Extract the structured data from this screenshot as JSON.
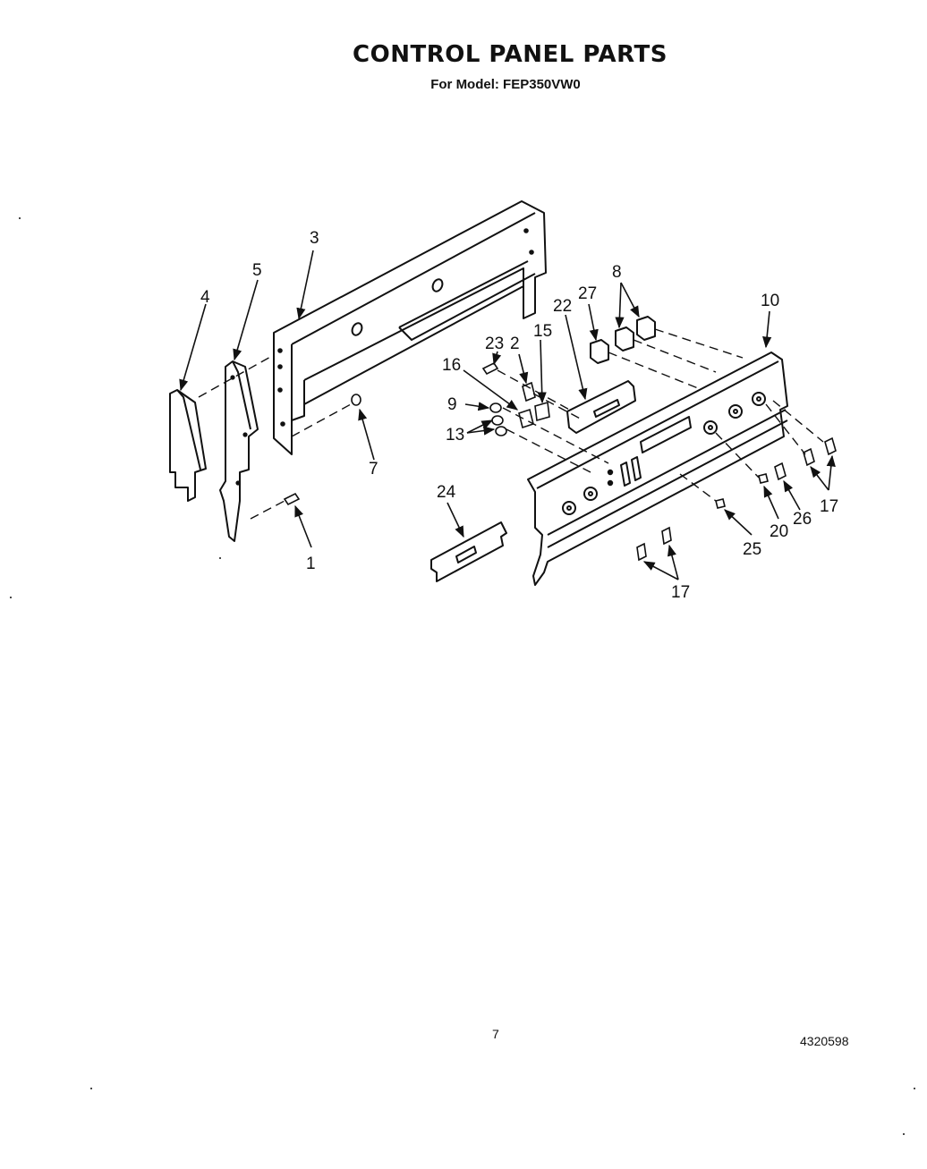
{
  "header": {
    "title": "CONTROL PANEL PARTS",
    "subtitle": "For Model: FEP350VW0"
  },
  "callouts": [
    {
      "id": "c1",
      "label": "1"
    },
    {
      "id": "c2",
      "label": "2"
    },
    {
      "id": "c3",
      "label": "3"
    },
    {
      "id": "c4",
      "label": "4"
    },
    {
      "id": "c5",
      "label": "5"
    },
    {
      "id": "c7",
      "label": "7"
    },
    {
      "id": "c8",
      "label": "8"
    },
    {
      "id": "c9",
      "label": "9"
    },
    {
      "id": "c10",
      "label": "10"
    },
    {
      "id": "c13",
      "label": "13"
    },
    {
      "id": "c15",
      "label": "15"
    },
    {
      "id": "c16",
      "label": "16"
    },
    {
      "id": "c17a",
      "label": "17"
    },
    {
      "id": "c17b",
      "label": "17"
    },
    {
      "id": "c20",
      "label": "20"
    },
    {
      "id": "c22",
      "label": "22"
    },
    {
      "id": "c23",
      "label": "23"
    },
    {
      "id": "c24",
      "label": "24"
    },
    {
      "id": "c25",
      "label": "25"
    },
    {
      "id": "c26",
      "label": "26"
    },
    {
      "id": "c27",
      "label": "27"
    }
  ],
  "footer": {
    "page_number": "7",
    "doc_number": "4320598"
  },
  "colors": {
    "ink": "#111111",
    "paper": "#ffffff"
  }
}
